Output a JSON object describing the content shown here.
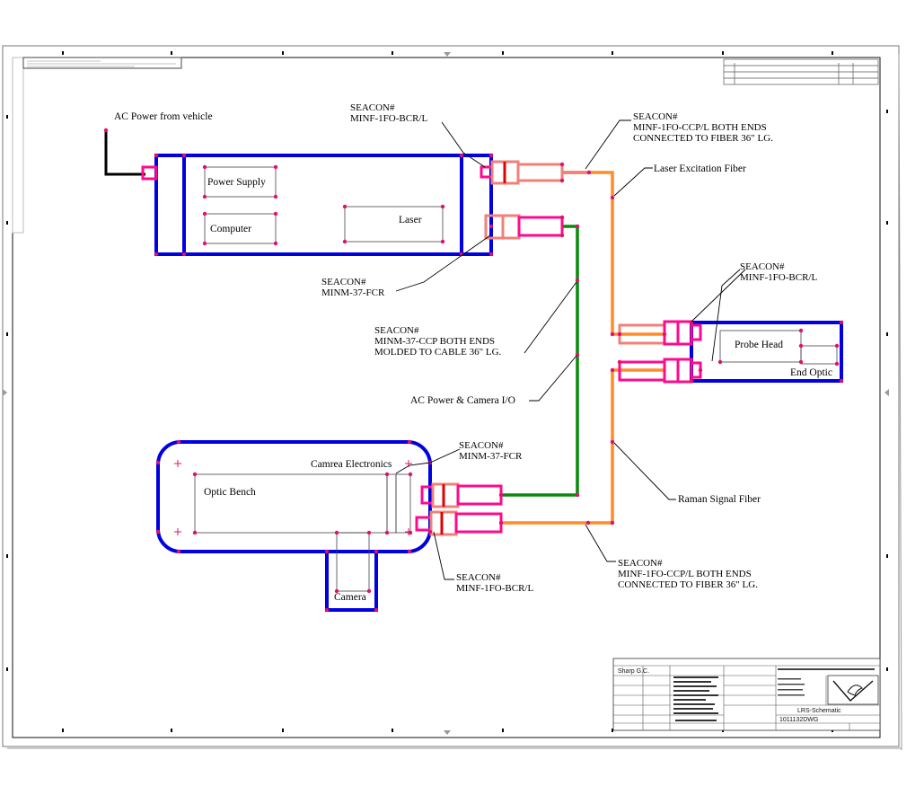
{
  "power_source": "AC Power from vehicle",
  "vehicle_unit": {
    "power_supply": "Power Supply",
    "computer": "Computer",
    "laser": "Laser"
  },
  "probe": {
    "probe_head": "Probe Head",
    "end_optic": "End Optic"
  },
  "optic_unit": {
    "camera_electronics": "Camrea Electronics",
    "optic_bench": "Optic Bench",
    "camera": "Camera"
  },
  "callouts": {
    "bcr_top": [
      "SEACON#",
      "MINF-1FO-BCR/L"
    ],
    "ccp_top": [
      "SEACON#",
      "MINF-1FO-CCP/L BOTH ENDS",
      "CONNECTED TO FIBER 36\" LG."
    ],
    "laser_fiber": "Laser Excitation Fiber",
    "fcr_top": [
      "SEACON#",
      "MINM-37-FCR"
    ],
    "probe_bcr": [
      "SEACON#",
      "MINF-1FO-BCR/L"
    ],
    "ccp_cable": [
      "SEACON#",
      "MINM-37-CCP BOTH ENDS",
      "MOLDED TO CABLE 36\" LG."
    ],
    "ac_camera_io": "AC Power & Camera I/O",
    "fcr_bottom": [
      "SEACON#",
      "MINM-37-FCR"
    ],
    "raman_fiber": "Raman Signal Fiber",
    "ccp_bottom": [
      "SEACON#",
      "MINF-1FO-CCP/L BOTH ENDS",
      "CONNECTED TO FIBER 36\" LG."
    ],
    "bcr_bottom": [
      "SEACON#",
      "MINF-1FO-BCR/L"
    ]
  },
  "title_block": {
    "drawn_by": "Sharp G.C.",
    "title": "LRS-Schematic",
    "dwg_no": "1011132DWG"
  },
  "colors": {
    "enclosure": "#0000e0",
    "connector": "#ff0a8c",
    "connector_body": "#f08078",
    "laser_fiber": "#ff8c2a",
    "power_cable": "#0a8a0a",
    "node": "#e01070",
    "leader": "#000000"
  }
}
